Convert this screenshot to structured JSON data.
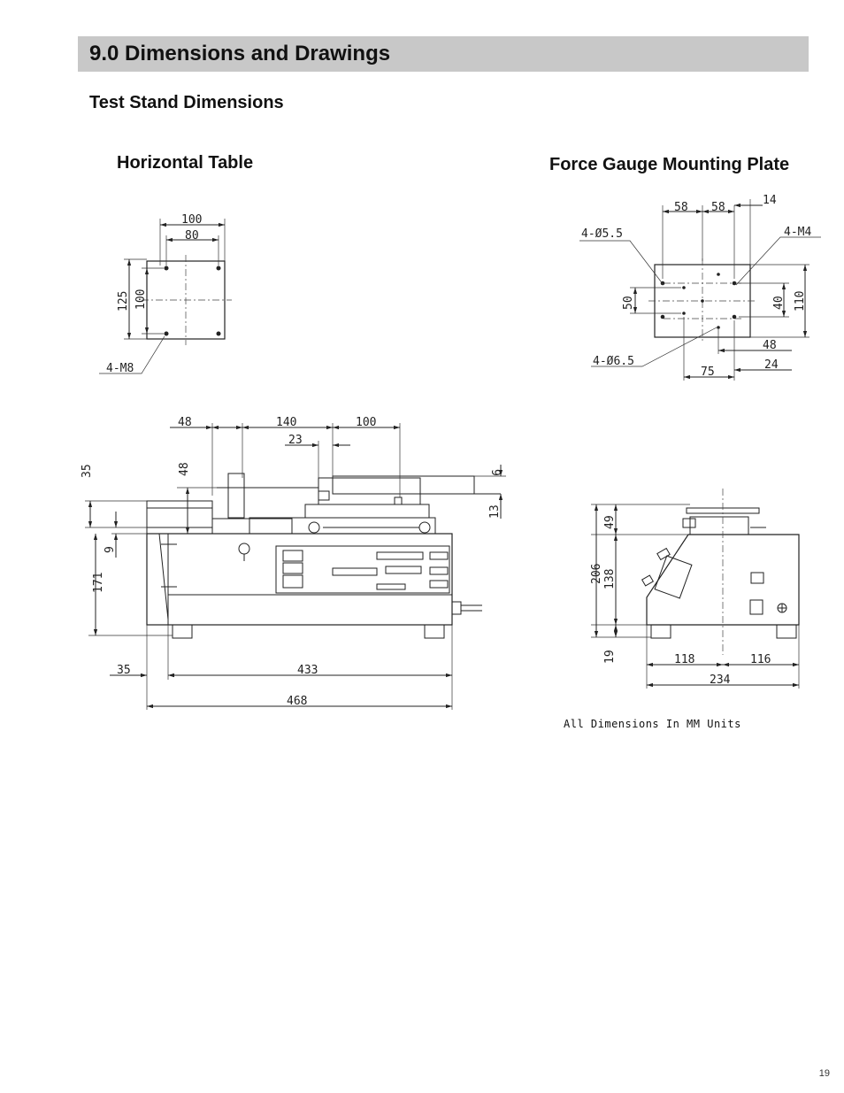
{
  "header": {
    "title": "9.0 Dimensions and Drawings"
  },
  "subtitles": {
    "main": "Test Stand Dimensions",
    "horizontal_table": "Horizontal Table",
    "mounting_plate": "Force Gauge Mounting Plate"
  },
  "horizontal_table_dims": {
    "w100": "100",
    "w80": "80",
    "h125": "125",
    "h100": "100",
    "holes": "4-M8"
  },
  "plate_dims": {
    "w58a": "58",
    "w58b": "58",
    "w14": "14",
    "hole55": "4-Ø5.5",
    "m4": "4-M4",
    "h50": "50",
    "h40": "40",
    "h110": "110",
    "w48": "48",
    "w24": "24",
    "hole65": "4-Ø6.5",
    "w75": "75"
  },
  "side_view_dims": {
    "d48": "48",
    "d140": "140",
    "d100": "100",
    "d23": "23",
    "d9a": "9",
    "d35v": "35",
    "d48v": "48",
    "d13": "13",
    "d9b": "9",
    "d171": "171",
    "d35h": "35",
    "d433": "433",
    "d468": "468"
  },
  "end_view_dims": {
    "d49": "49",
    "d206": "206",
    "d138": "138",
    "d19": "19",
    "d118": "118",
    "d116": "116",
    "d234": "234"
  },
  "note": "All Dimensions In MM Units",
  "page_number": "19"
}
